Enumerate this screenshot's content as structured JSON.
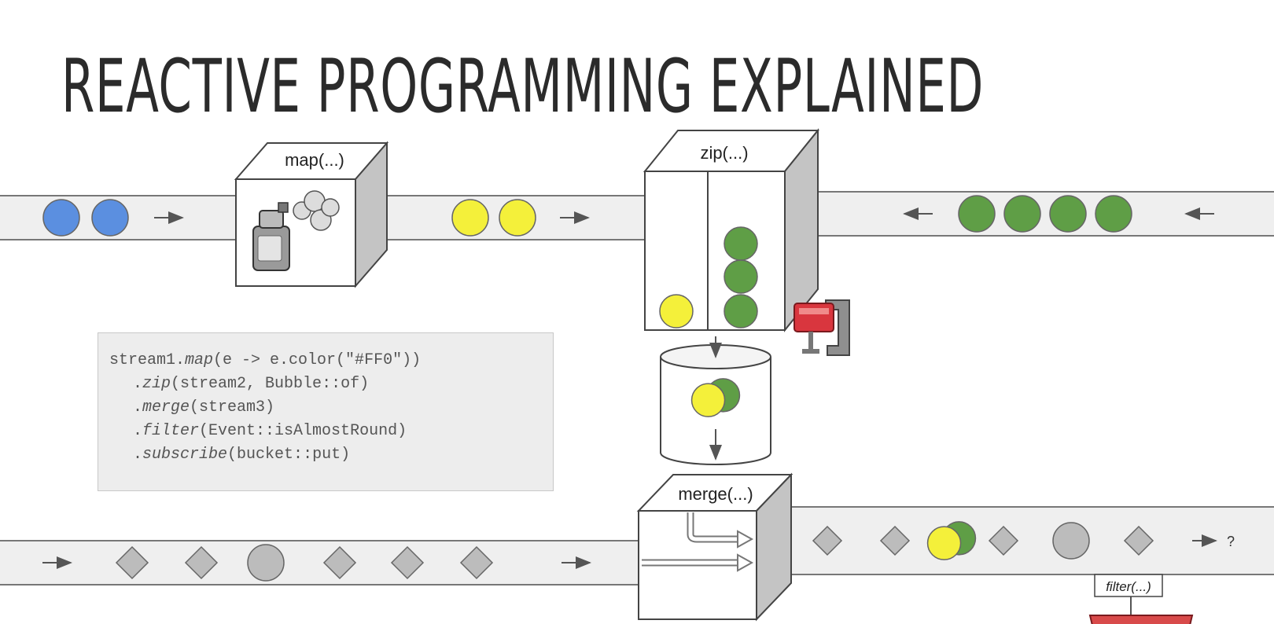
{
  "title": "REACTIVE PROGRAMMING EXPLAINED",
  "operators": {
    "map": "map(...)",
    "zip": "zip(...)",
    "merge": "merge(...)",
    "filter": "filter(...)"
  },
  "code": {
    "line1_prefix": "stream1.",
    "line1_method": "map",
    "line1_args": "(e -> e.color(\"#FF0\"))",
    "line2_prefix": ".",
    "line2_method": "zip",
    "line2_args": "(stream2, Bubble::of)",
    "line3_prefix": ".",
    "line3_method": "merge",
    "line3_args": "(stream3)",
    "line4_prefix": ".",
    "line4_method": "filter",
    "line4_args": "(Event::isAlmostRound)",
    "line5_prefix": ".",
    "line5_method": "subscribe",
    "line5_args": "(bucket::put)"
  },
  "output_marker": "?",
  "colors": {
    "blue": "#5b8fe0",
    "yellow": "#f4f03a",
    "green": "#5f9e46",
    "gray": "#bcbcbc",
    "pipe": "#efefef",
    "outline": "#666666"
  }
}
